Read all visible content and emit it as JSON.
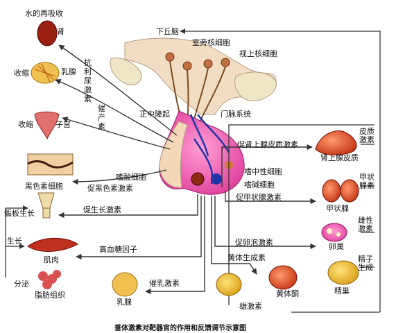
{
  "caption": "垂体激素对靶器官的作用和反馈调节示意图",
  "labels": {
    "hypothalamus": "下丘脑",
    "paraventricular": "室旁核细胞",
    "supraoptic": "视上核细胞",
    "median_eminence": "正中隆起",
    "portal_system": "门脉系统",
    "kidney_effect": "水的再吸收",
    "kidney": "肾",
    "breast_contract": "收缩",
    "breast": "乳腺",
    "uterus_contract": "收缩",
    "uterus": "子宫",
    "melanocyte": "黑色素细胞",
    "bone_growth": "骺板生长",
    "muscle_growth": "生长",
    "muscle": "肌肉",
    "fat_secrete": "分泌",
    "fat": "脂肪组织",
    "lactating_breast": "乳腺",
    "adrenal_cortex": "肾上腺皮质",
    "cortical_hormone": "皮质激素",
    "thyroid": "甲状腺",
    "thyroid_hormone": "甲状腺素",
    "ovary": "卵巢",
    "estrogen": "雌性激素",
    "testis": "精巢",
    "androgen": "精子生成",
    "corpus_luteum": "黄体酮",
    "male_hormone": "雄激素",
    "adh": "抗利尿激素",
    "oxytocin": "催产素",
    "msh": "促黑色素激素",
    "gh": "促生长激素",
    "somatomedin": "高血糖因子",
    "prolactin": "催乳激素",
    "acth": "促肾上腺皮质激素",
    "tsh": "促甲状腺激素",
    "fsh": "促卵泡激素",
    "lh": "黄体生成素",
    "acidophil": "嗜酸细胞",
    "chromophobe": "嗜中性细胞",
    "basophil": "嗜碱细胞"
  },
  "colors": {
    "gland_pink": "#f06eb8",
    "gland_blue": "#1f35a8",
    "brain_beige": "#f2dcc4",
    "organ_red": "#e0502a",
    "arrow_dark": "#333333"
  }
}
